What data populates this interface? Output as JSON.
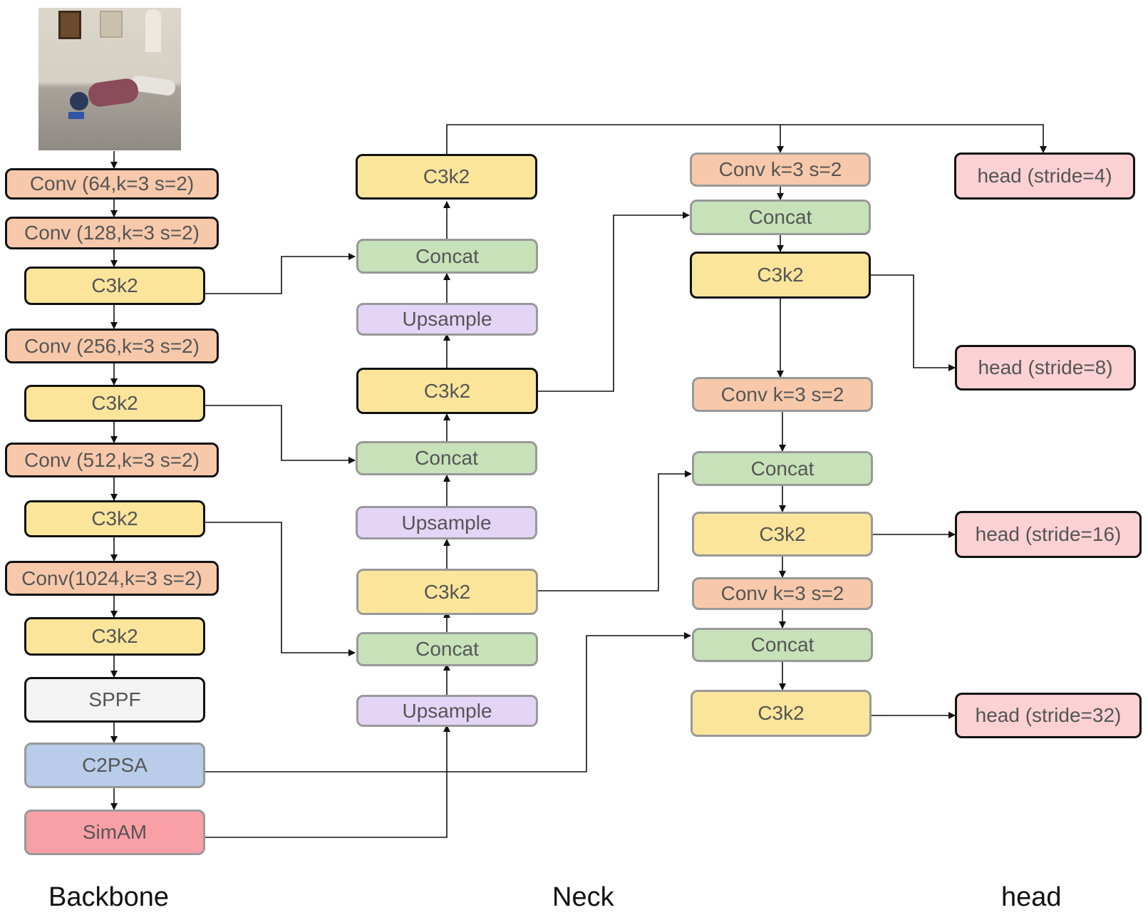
{
  "nodes": {
    "b_conv1": "Conv (64,k=3 s=2)",
    "b_conv2": "Conv  (128,k=3 s=2)",
    "b_c3k2_1": "C3k2",
    "b_conv3": "Conv (256,k=3 s=2)",
    "b_c3k2_2": "C3k2",
    "b_conv4": "Conv (512,k=3 s=2)",
    "b_c3k2_3": "C3k2",
    "b_conv5": "Conv(1024,k=3 s=2)",
    "b_c3k2_4": "C3k2",
    "b_sppf": "SPPF",
    "b_c2psa": "C2PSA",
    "b_simam": "SimAM",
    "n_c3k2_top": "C3k2",
    "n_concat1": "Concat",
    "n_ups1": "Upsample",
    "n_c3k2_mid": "C3k2",
    "n_concat2": "Concat",
    "n_ups2": "Upsample",
    "n_c3k2_low": "C3k2",
    "n_concat3": "Concat",
    "n_ups3": "Upsample",
    "r_conv1": "Conv k=3 s=2",
    "r_concat1": "Concat",
    "r_c3k2_1": "C3k2",
    "r_conv2": "Conv k=3 s=2",
    "r_concat2": "Concat",
    "r_c3k2_2": "C3k2",
    "r_conv3": "Conv k=3 s=2",
    "r_concat3": "Concat",
    "r_c3k2_3": "C3k2",
    "h_4": "head (stride=4)",
    "h_8": "head (stride=8)",
    "h_16": "head (stride=16)",
    "h_32": "head (stride=32)"
  },
  "sections": {
    "backbone": "Backbone",
    "neck": "Neck",
    "head": "head"
  },
  "colors": {
    "conv": "#f7c9aa",
    "c3k2": "#fae59b",
    "concat": "#c7e2b9",
    "upsample": "#e4d5f7",
    "sppf": "#f3f3f3",
    "c2psa": "#b9cdea",
    "simam": "#f9a0a6",
    "head": "#fbd1d3",
    "line": "#111111"
  }
}
